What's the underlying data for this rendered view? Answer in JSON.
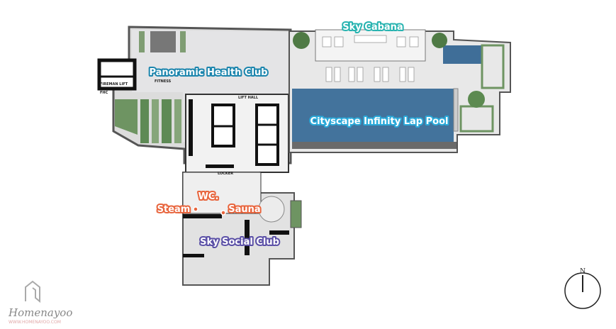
{
  "labels": {
    "sky_cabana": "Sky Cabana",
    "health_club": "Panoramic Health Club",
    "lap_pool": "Cityscape Infinity Lap Pool",
    "wc": "WC.",
    "steam": "Steam",
    "sauna": "Sauna",
    "social_club": "Sky Social Club"
  },
  "room_tags": {
    "fitness": "FITNESS",
    "fireman_lift": "FIREMAN LIFT",
    "fhc": "FHC",
    "lift_hall": "LIFT HALL",
    "locker": "LOCKER"
  },
  "compass": {
    "north": "N"
  },
  "logo": {
    "name": "Homenayoo",
    "url": "WWW.HOMENAYOO.COM"
  },
  "colors": {
    "teal": "#27b3b0",
    "blue": "#1b85ad",
    "cyan": "#2aa9d9",
    "orange": "#e8643c",
    "purple": "#5a4fa6",
    "pool": "#43739c"
  }
}
